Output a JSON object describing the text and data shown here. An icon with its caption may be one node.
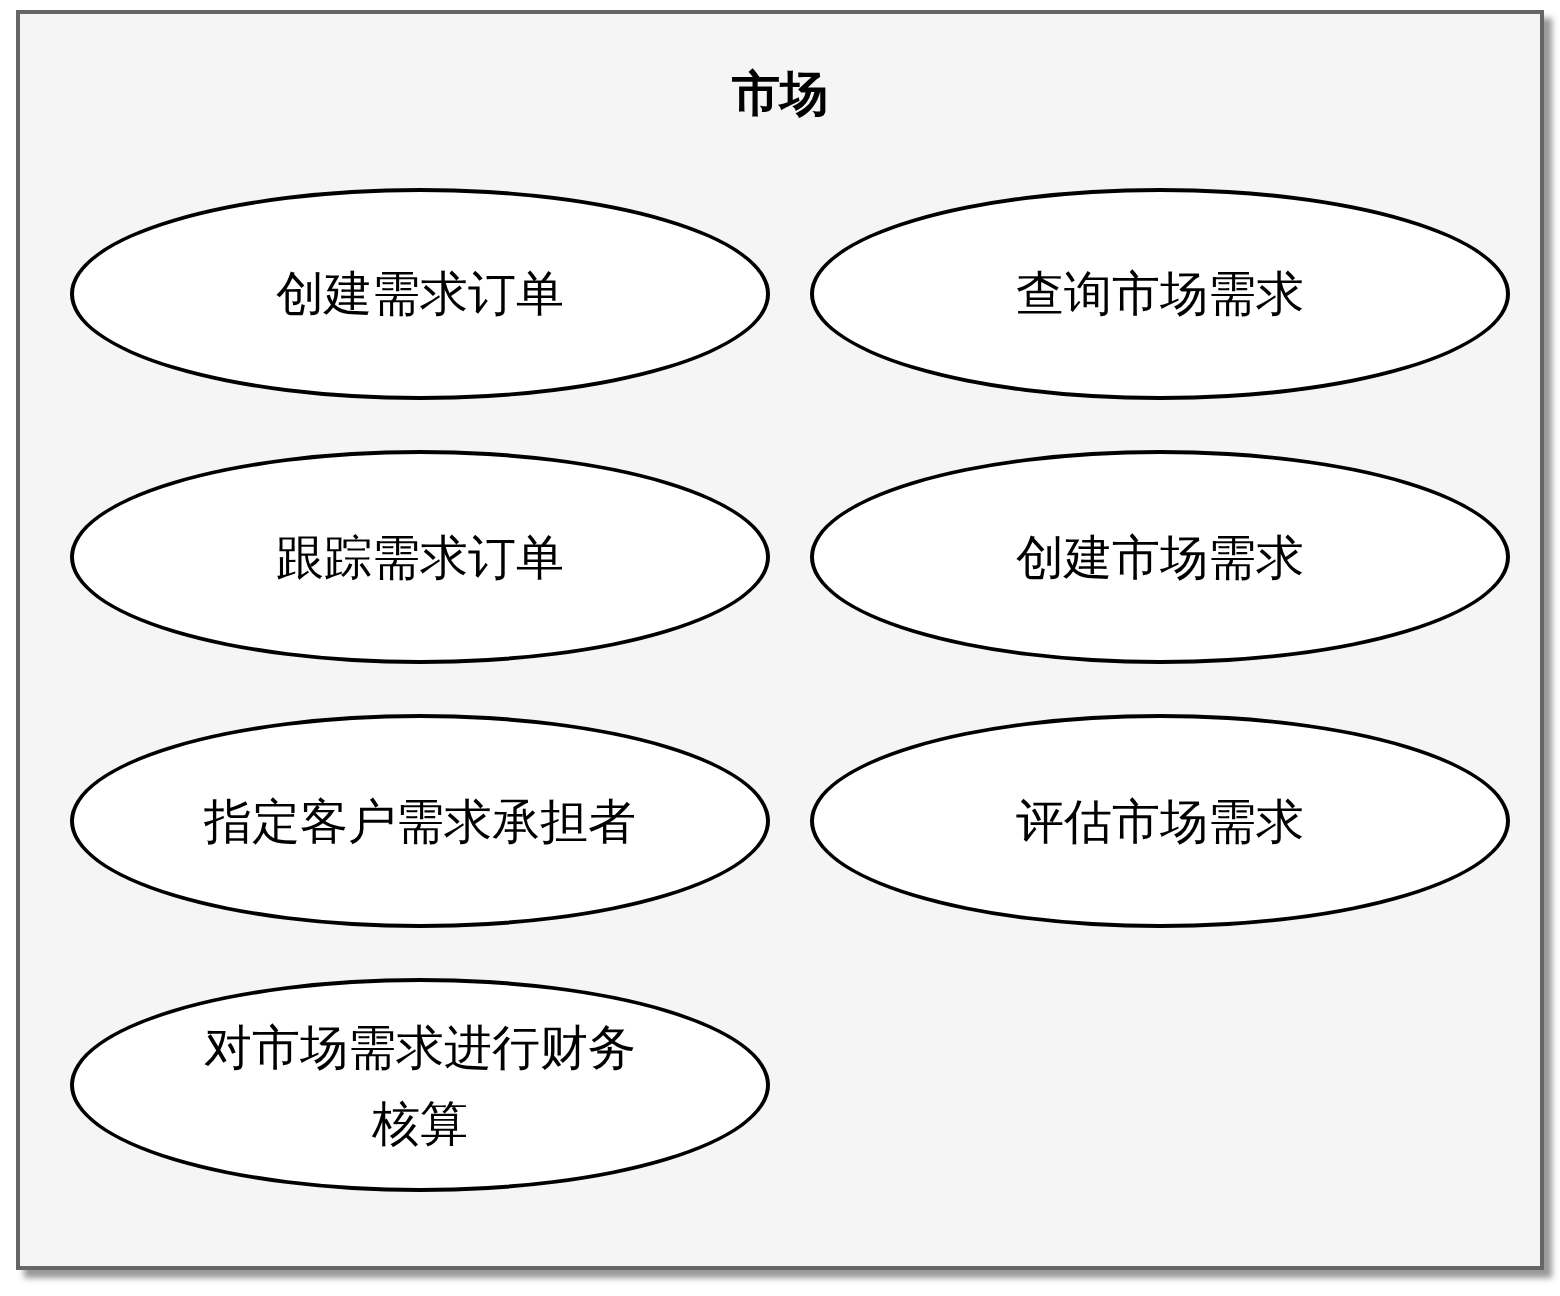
{
  "diagram": {
    "nodes": [
      {
        "text": [
          "市场"
        ]
      },
      {
        "text": [
          "创建需求订单"
        ],
        "in": 0
      },
      {
        "text": [
          "查询市场需求"
        ],
        "in": 0
      },
      {
        "text": [
          "跟踪需求订单"
        ],
        "in": 0
      },
      {
        "text": [
          "创建市场需求"
        ],
        "in": 0
      },
      {
        "text": [
          "指定客户需求承担者"
        ],
        "in": 0
      },
      {
        "text": [
          "评估市场需求"
        ],
        "in": 0
      },
      {
        "text": [
          "对市场需求进行财务核算"
        ],
        "in": 0
      }
    ]
  }
}
